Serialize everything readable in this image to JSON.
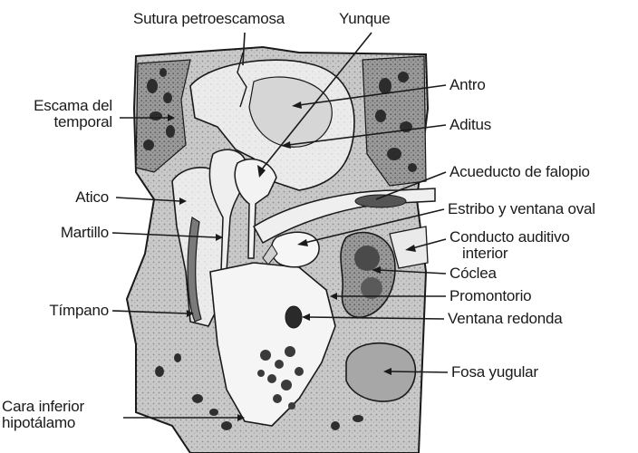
{
  "labels": {
    "sutura_petroescamosa": "Sutura petroescamosa",
    "yunque": "Yunque",
    "escama_del_temporal_1": "Escama del",
    "escama_del_temporal_2": "temporal",
    "atico": "Atico",
    "martillo": "Martillo",
    "timpano": "Tímpano",
    "cara_inferior_1": "Cara inferior",
    "cara_inferior_2": "hipotálamo",
    "antro": "Antro",
    "aditus": "Aditus",
    "acueducto_de_falopio": "Acueducto de falopio",
    "estribo_y_ventana_oval": "Estribo y ventana oval",
    "conducto_auditivo_1": "Conducto auditivo",
    "conducto_auditivo_2": "interior",
    "coclea": "Cóclea",
    "promontorio": "Promontorio",
    "ventana_redonda": "Ventana redonda",
    "fosa_yugular": "Fosa yugular"
  },
  "colors": {
    "ink": "#1a1a1a",
    "bone": "#cfcfcf",
    "bone_dark": "#9c9c9c",
    "cavity": "#f4f4f4",
    "shadow": "#6f6f6f"
  }
}
